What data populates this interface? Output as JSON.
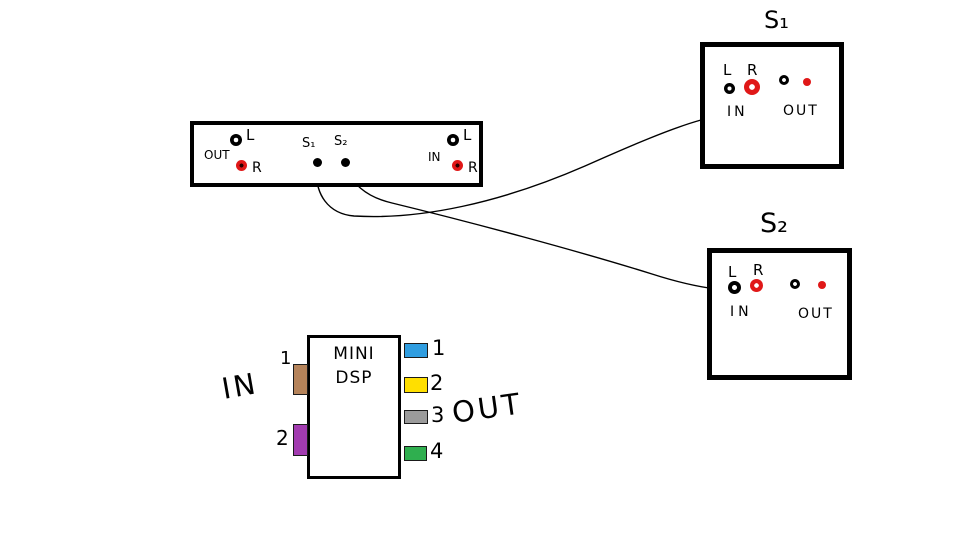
{
  "main_unit": {
    "out_label": "OUT",
    "out_l_label": "L",
    "out_r_label": "R",
    "s1_label": "S₁",
    "s2_label": "S₂",
    "in_label": "IN",
    "in_l_label": "L",
    "in_r_label": "R"
  },
  "s1_box": {
    "title": "S₁",
    "l_label": "L",
    "r_label": "R",
    "in_label": "IN",
    "out_label": "OUT"
  },
  "s2_box": {
    "title": "S₂",
    "l_label": "L",
    "r_label": "R",
    "in_label": "IN",
    "out_label": "OUT"
  },
  "minidsp": {
    "title_line1": "MINI",
    "title_line2": "DSP",
    "in_label": "IN",
    "out_label": "OUT",
    "inputs": [
      {
        "num": "1",
        "color": "#b5835a"
      },
      {
        "num": "2",
        "color": "#a23bb0"
      }
    ],
    "outputs": [
      {
        "num": "1",
        "color": "#2f9de0"
      },
      {
        "num": "2",
        "color": "#ffdf00"
      },
      {
        "num": "3",
        "color": "#9b9b9b"
      },
      {
        "num": "4",
        "color": "#2faf4f"
      }
    ]
  },
  "colors": {
    "port_black": "#000000",
    "port_red": "#e01818",
    "wire": "#000000"
  }
}
